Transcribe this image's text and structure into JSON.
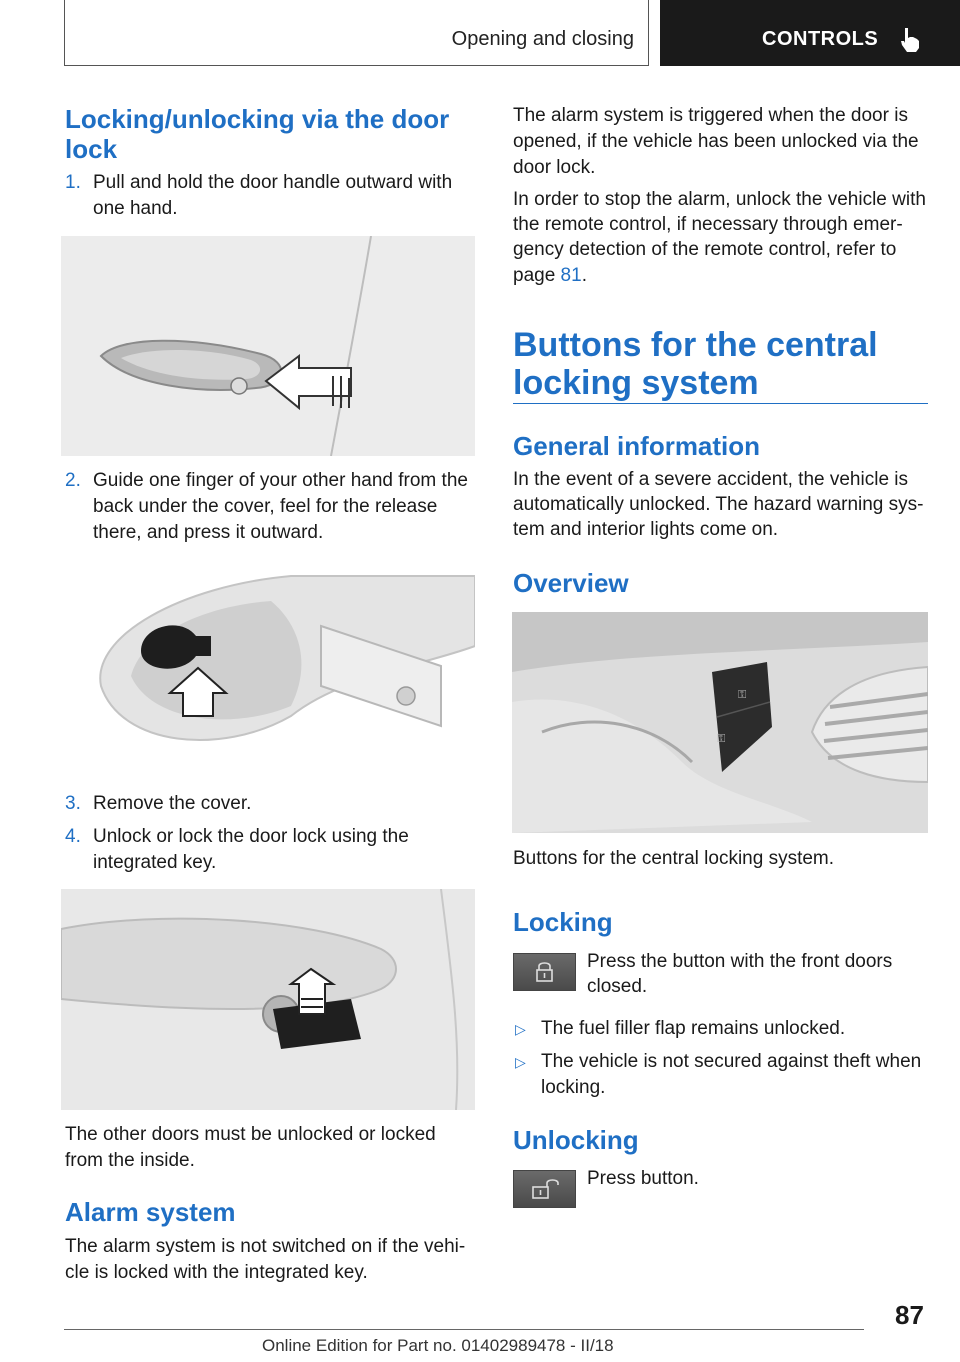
{
  "header": {
    "section": "Opening and closing",
    "chapter": "CONTROLS",
    "chapter_icon": "pointing-hand-icon"
  },
  "left": {
    "title_line1": "Locking/unlocking via the door",
    "title_line2": "lock",
    "steps": [
      {
        "num": "1.",
        "line1": "Pull and hold the door handle outward with",
        "line2": "one hand."
      },
      {
        "num": "2.",
        "line1": "Guide one finger of your other hand from the",
        "line2": "back under the cover, feel for the release",
        "line3": "there, and press it outward."
      },
      {
        "num": "3.",
        "line1": "Remove the cover."
      },
      {
        "num": "4.",
        "line1": "Unlock or lock the door lock using the",
        "line2": "integrated key."
      }
    ],
    "other_doors_line1": "The other doors must be unlocked or locked",
    "other_doors_line2": "from the inside.",
    "alarm_heading": "Alarm system",
    "alarm_line1": "The alarm system is not switched on if the vehi-",
    "alarm_line2": "cle is locked with the integrated key."
  },
  "right": {
    "alarm_p1_line1": "The alarm system is triggered when the door is",
    "alarm_p1_line2": "opened, if the vehicle has been unlocked via the",
    "alarm_p1_line3": "door lock.",
    "alarm_p2_line1": "In order to stop the alarm, unlock the vehicle with",
    "alarm_p2_line2": "the remote control, if necessary through emer-",
    "alarm_p2_line3": "gency detection of the remote control, refer to",
    "alarm_p2_line4_prefix": "page ",
    "alarm_p2_page_link": "81",
    "alarm_p2_line4_suffix": ".",
    "section_title_line1": "Buttons for the central",
    "section_title_line2": "locking system",
    "general_heading": "General information",
    "general_line1": "In the event of a severe accident, the vehicle is",
    "general_line2": "automatically unlocked. The hazard warning sys-",
    "general_line3": "tem and interior lights come on.",
    "overview_heading": "Overview",
    "overview_caption": "Buttons for the central locking system.",
    "locking_heading": "Locking",
    "locking_line1": "Press the button with the front doors",
    "locking_line2": "closed.",
    "locking_bullets": [
      {
        "line1": "The fuel filler flap remains unlocked."
      },
      {
        "line1": "The vehicle is not secured against theft when",
        "line2": "locking."
      }
    ],
    "unlocking_heading": "Unlocking",
    "unlocking_text": "Press button."
  },
  "footer": {
    "page_number": "87",
    "edition": "Online Edition for Part no. 01402989478 - II/18"
  },
  "colors": {
    "accent": "#1f6fc4",
    "header_tab": "#1a1a1a"
  }
}
